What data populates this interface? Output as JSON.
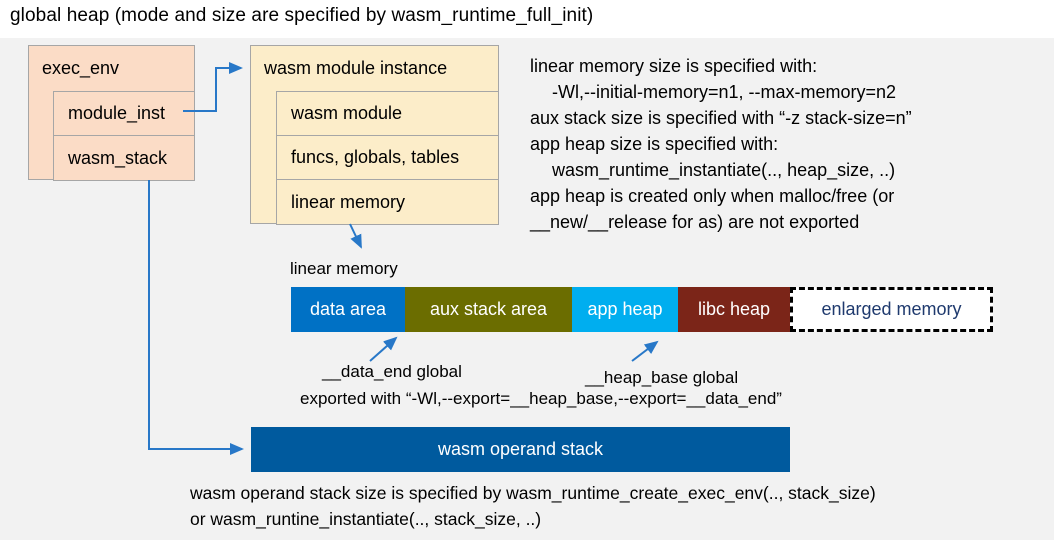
{
  "title": "global heap (mode and size are specified by wasm_runtime_full_init)",
  "colors": {
    "canvas": "#f2f2f2",
    "box_peach": "#fbdcc6",
    "box_cream": "#fcedc9",
    "box_border": "#a6a6a6",
    "connector": "#2878c8",
    "data_area": "#0071c5",
    "aux_stack_area": "#6b6d00",
    "app_heap": "#00aeef",
    "libc_heap": "#7b2518",
    "enlarged_memory_text": "#1f3a6e",
    "operand_stack": "#005a9e"
  },
  "exec_env": {
    "label": "exec_env",
    "rows": [
      {
        "label": "module_inst"
      },
      {
        "label": "wasm_stack"
      }
    ]
  },
  "module_instance": {
    "label": "wasm module instance",
    "rows": [
      {
        "label": "wasm module"
      },
      {
        "label": "funcs, globals, tables"
      },
      {
        "label": "linear memory"
      }
    ]
  },
  "notes_right": {
    "lines": [
      {
        "text": "linear memory size is specified with:"
      },
      {
        "text": "-Wl,--initial-memory=n1, --max-memory=n2"
      },
      {
        "text": "aux stack size is specified with “-z stack-size=n”"
      },
      {
        "text": "app heap size is specified with:"
      },
      {
        "text": "wasm_runtime_instantiate(.., heap_size, ..)"
      },
      {
        "text": "app heap is created only when malloc/free (or"
      },
      {
        "text": "__new/__release for as) are not exported"
      }
    ]
  },
  "linear_memory": {
    "label": "linear memory",
    "segments": [
      {
        "label": "data area"
      },
      {
        "label": "aux stack area"
      },
      {
        "label": "app heap"
      },
      {
        "label": "libc heap"
      },
      {
        "label": "enlarged memory"
      }
    ]
  },
  "annotations": {
    "data_end": "__data_end global",
    "heap_base": "__heap_base global",
    "exported": "exported with “-Wl,--export=__heap_base,--export=__data_end”"
  },
  "operand_stack": {
    "label": "wasm operand stack"
  },
  "bottom_note": {
    "lines": [
      {
        "text": "wasm operand stack size is specified by wasm_runtime_create_exec_env(.., stack_size)"
      },
      {
        "text": "or wasm_runtine_instantiate(.., stack_size, ..)"
      }
    ]
  }
}
